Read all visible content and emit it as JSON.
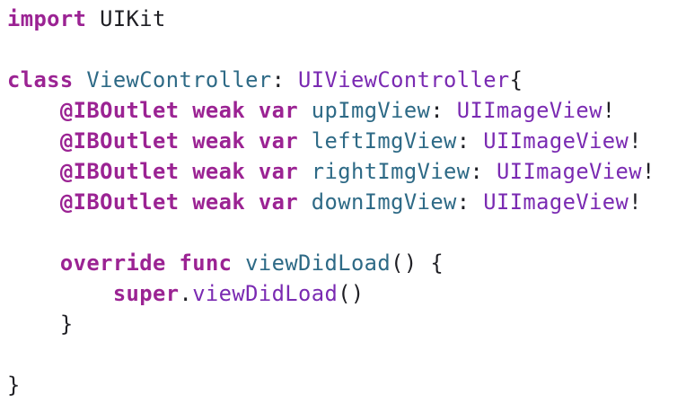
{
  "editor": {
    "colors": {
      "background": "#ffffff",
      "keyword": "#9b2393",
      "declaration": "#2e6a86",
      "type": "#7a2ab2",
      "plain": "#1f1f24"
    },
    "lines": [
      {
        "tokens": [
          {
            "text": "import",
            "kind": "kw"
          },
          {
            "text": " UIKit",
            "kind": "plain"
          }
        ]
      },
      {
        "tokens": []
      },
      {
        "tokens": [
          {
            "text": "class",
            "kind": "kw"
          },
          {
            "text": " ",
            "kind": "plain"
          },
          {
            "text": "ViewController",
            "kind": "decl"
          },
          {
            "text": ": ",
            "kind": "plain"
          },
          {
            "text": "UIViewController",
            "kind": "type"
          },
          {
            "text": "{",
            "kind": "plain"
          }
        ]
      },
      {
        "tokens": [
          {
            "text": "    ",
            "kind": "plain"
          },
          {
            "text": "@IBOutlet",
            "kind": "kw"
          },
          {
            "text": " ",
            "kind": "plain"
          },
          {
            "text": "weak",
            "kind": "kw"
          },
          {
            "text": " ",
            "kind": "plain"
          },
          {
            "text": "var",
            "kind": "kw"
          },
          {
            "text": " ",
            "kind": "plain"
          },
          {
            "text": "upImgView",
            "kind": "decl"
          },
          {
            "text": ": ",
            "kind": "plain"
          },
          {
            "text": "UIImageView",
            "kind": "type"
          },
          {
            "text": "!",
            "kind": "plain"
          }
        ]
      },
      {
        "tokens": [
          {
            "text": "    ",
            "kind": "plain"
          },
          {
            "text": "@IBOutlet",
            "kind": "kw"
          },
          {
            "text": " ",
            "kind": "plain"
          },
          {
            "text": "weak",
            "kind": "kw"
          },
          {
            "text": " ",
            "kind": "plain"
          },
          {
            "text": "var",
            "kind": "kw"
          },
          {
            "text": " ",
            "kind": "plain"
          },
          {
            "text": "leftImgView",
            "kind": "decl"
          },
          {
            "text": ": ",
            "kind": "plain"
          },
          {
            "text": "UIImageView",
            "kind": "type"
          },
          {
            "text": "!",
            "kind": "plain"
          }
        ]
      },
      {
        "tokens": [
          {
            "text": "    ",
            "kind": "plain"
          },
          {
            "text": "@IBOutlet",
            "kind": "kw"
          },
          {
            "text": " ",
            "kind": "plain"
          },
          {
            "text": "weak",
            "kind": "kw"
          },
          {
            "text": " ",
            "kind": "plain"
          },
          {
            "text": "var",
            "kind": "kw"
          },
          {
            "text": " ",
            "kind": "plain"
          },
          {
            "text": "rightImgView",
            "kind": "decl"
          },
          {
            "text": ": ",
            "kind": "plain"
          },
          {
            "text": "UIImageView",
            "kind": "type"
          },
          {
            "text": "!",
            "kind": "plain"
          }
        ]
      },
      {
        "tokens": [
          {
            "text": "    ",
            "kind": "plain"
          },
          {
            "text": "@IBOutlet",
            "kind": "kw"
          },
          {
            "text": " ",
            "kind": "plain"
          },
          {
            "text": "weak",
            "kind": "kw"
          },
          {
            "text": " ",
            "kind": "plain"
          },
          {
            "text": "var",
            "kind": "kw"
          },
          {
            "text": " ",
            "kind": "plain"
          },
          {
            "text": "downImgView",
            "kind": "decl"
          },
          {
            "text": ": ",
            "kind": "plain"
          },
          {
            "text": "UIImageView",
            "kind": "type"
          },
          {
            "text": "!",
            "kind": "plain"
          }
        ]
      },
      {
        "tokens": []
      },
      {
        "tokens": [
          {
            "text": "    ",
            "kind": "plain"
          },
          {
            "text": "override",
            "kind": "kw"
          },
          {
            "text": " ",
            "kind": "plain"
          },
          {
            "text": "func",
            "kind": "kw"
          },
          {
            "text": " ",
            "kind": "plain"
          },
          {
            "text": "viewDidLoad",
            "kind": "decl"
          },
          {
            "text": "() {",
            "kind": "plain"
          }
        ]
      },
      {
        "tokens": [
          {
            "text": "        ",
            "kind": "plain"
          },
          {
            "text": "super",
            "kind": "kw"
          },
          {
            "text": ".",
            "kind": "plain"
          },
          {
            "text": "viewDidLoad",
            "kind": "type"
          },
          {
            "text": "()",
            "kind": "plain"
          }
        ]
      },
      {
        "tokens": [
          {
            "text": "    }",
            "kind": "plain"
          }
        ]
      },
      {
        "tokens": []
      },
      {
        "tokens": [
          {
            "text": "}",
            "kind": "plain"
          }
        ]
      }
    ]
  }
}
